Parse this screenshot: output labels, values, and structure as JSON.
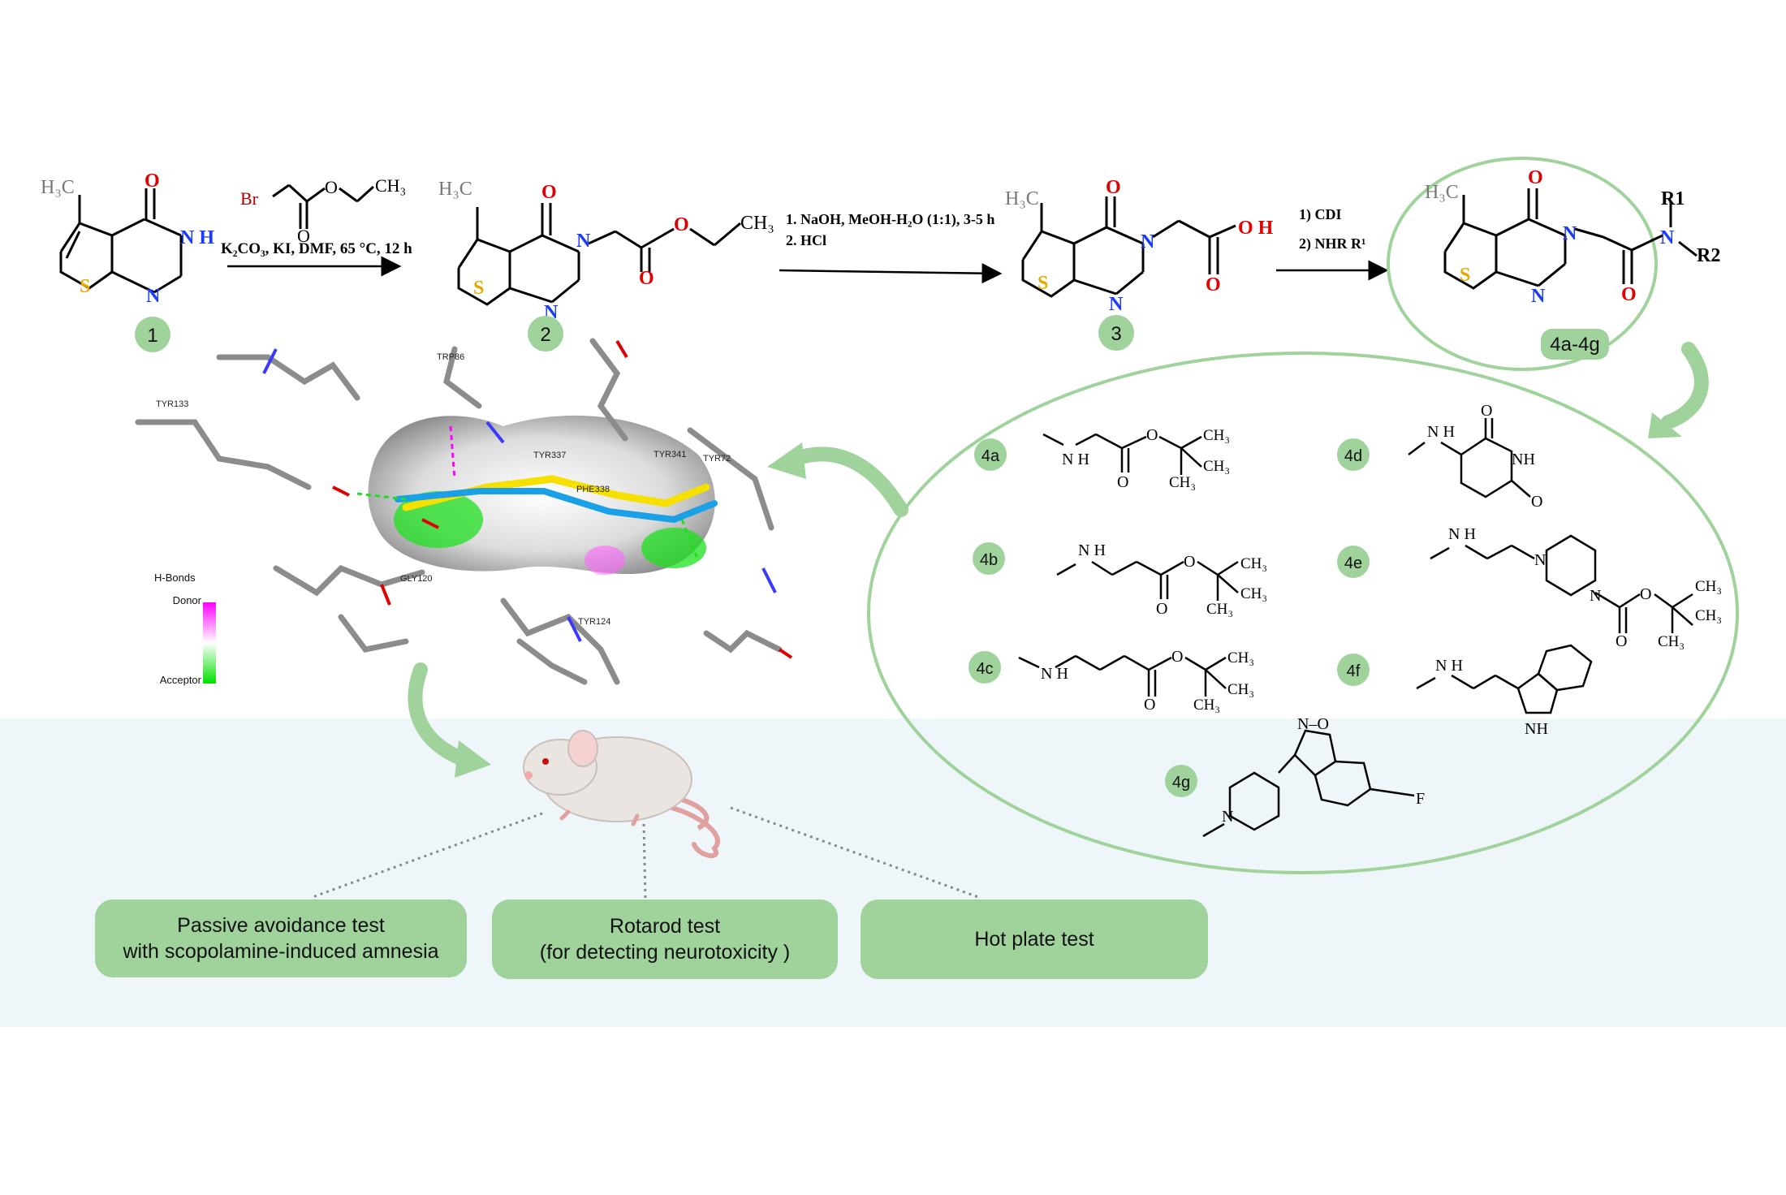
{
  "synthesis": {
    "compound_labels": [
      "1",
      "2",
      "3",
      "4a-4g"
    ],
    "step1_reagents": "K₂CO₃, KI, DMF, 65 °C, 12 h",
    "step2_reagent_1": "1. NaOH, MeOH-H₂O (1:1), 3-5 h",
    "step2_reagent_2": "2. HCl",
    "step3_reagent_1": "1) CDI",
    "step3_reagent_2": "2) NHR R¹",
    "atoms": {
      "methyl": "H₃C",
      "oxygen": "O",
      "nh": "N H",
      "nitrogen": "N",
      "sulfur": "S",
      "bromine": "Br",
      "ch3": "CH₃",
      "oh": "O H",
      "r1": "R1",
      "r2": "R2"
    }
  },
  "derivatives": {
    "labels": [
      "4a",
      "4b",
      "4c",
      "4d",
      "4e",
      "4f",
      "4g"
    ],
    "atoms": {
      "amine": "N H",
      "ch3": "CH₃",
      "nh": "NH",
      "n": "N",
      "fluorine": "F",
      "isoxazole": "N–O"
    }
  },
  "docking": {
    "residues": [
      "TRP86",
      "TYR133",
      "TYR337",
      "TYR341",
      "TYR72",
      "PHE338",
      "GLY120",
      "TYR124"
    ],
    "legend_title": "H-Bonds",
    "legend_donor": "Donor",
    "legend_acceptor": "Acceptor",
    "colors": {
      "donor": "#ff00ff",
      "acceptor": "#00e000",
      "ligand_a": "#f5e000",
      "ligand_b": "#1aa0e6",
      "protein": "#8c8c8c"
    }
  },
  "tests": [
    {
      "line1": "Passive avoidance test",
      "line2": "with scopolamine-induced amnesia"
    },
    {
      "line1": "Rotarod test",
      "line2": "(for detecting neurotoxicity )"
    },
    {
      "line1": "Hot plate test",
      "line2": ""
    }
  ],
  "colors": {
    "accent_green": "#9fd39b",
    "panel_blue": "#eef6fa",
    "heteroatom_n": "#1a3cff",
    "heteroatom_o": "#e00000",
    "heteroatom_s": "#e6a800"
  }
}
